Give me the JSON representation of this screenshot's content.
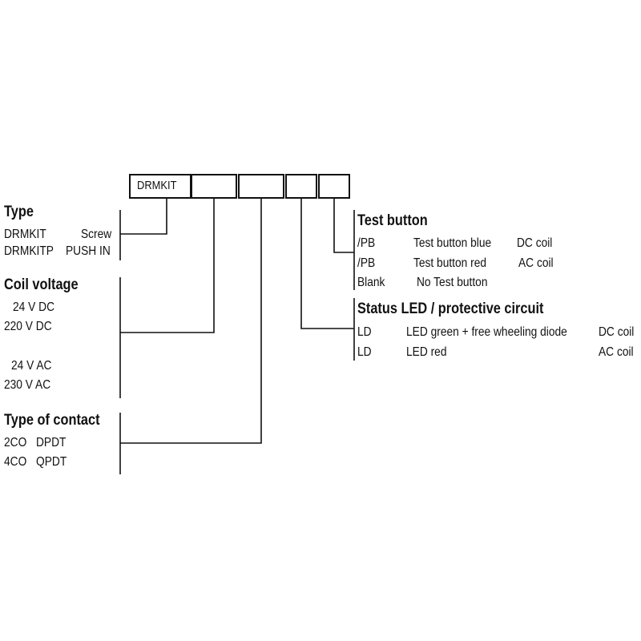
{
  "code_boxes": [
    "DRMKIT",
    "",
    "",
    "",
    ""
  ],
  "type": {
    "heading": "Type",
    "rows": [
      {
        "code": "DRMKIT",
        "desc": "Screw"
      },
      {
        "code": "DRMKITP",
        "desc": "PUSH IN"
      }
    ]
  },
  "coil_voltage": {
    "heading": "Coil voltage",
    "rows": [
      "24 V DC",
      "220 V DC",
      "24 V AC",
      "230 V AC"
    ]
  },
  "contact": {
    "heading": "Type of contact",
    "rows": [
      {
        "code": "2CO",
        "desc": "DPDT"
      },
      {
        "code": "4CO",
        "desc": "QPDT"
      }
    ]
  },
  "test_button": {
    "heading": "Test button",
    "rows": [
      {
        "code": "/PB",
        "desc": "Test button blue",
        "coil": "DC coil"
      },
      {
        "code": "/PB",
        "desc": "Test button red",
        "coil": "AC coil"
      },
      {
        "code": "Blank",
        "desc": "No Test button",
        "coil": ""
      }
    ]
  },
  "status_led": {
    "heading": "Status LED / protective circuit",
    "rows": [
      {
        "code": "LD",
        "desc": "LED green + free wheeling diode",
        "coil": "DC coil"
      },
      {
        "code": "LD",
        "desc": "LED red",
        "coil": "AC coil"
      }
    ]
  }
}
